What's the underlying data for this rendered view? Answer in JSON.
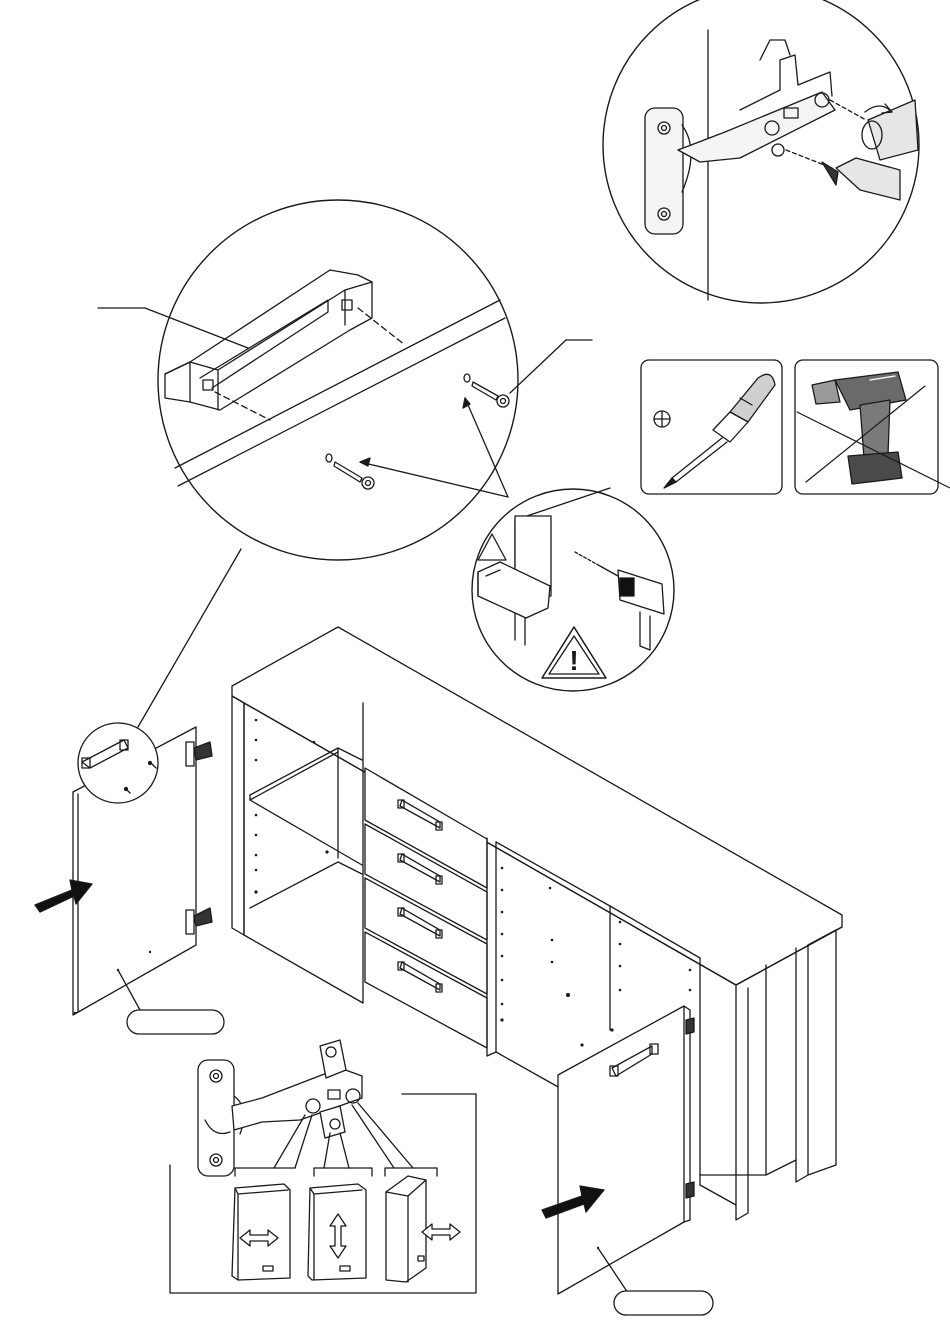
{
  "page": {
    "background": "#ffffff",
    "line_color": "#1a1a1a",
    "fill_color": "#f2f2f2",
    "dark_fill": "#222222"
  },
  "callouts": {
    "handle_part_label": "",
    "screw_part_label": "",
    "left_door_label": "",
    "right_door_label": ""
  },
  "tools": {
    "screwdriver": {
      "icon": "phillips-screwdriver-icon",
      "symbol": "⊕",
      "allowed": true
    },
    "power_drill": {
      "icon": "cordless-drill-icon",
      "allowed": false
    }
  },
  "warning": {
    "icon": "warning-triangle-icon",
    "symbol": "!"
  },
  "adjustments": [
    {
      "icon": "horizontal-adjust-arrow-icon",
      "direction": "horizontal"
    },
    {
      "icon": "vertical-adjust-arrow-icon",
      "direction": "vertical"
    },
    {
      "icon": "depth-adjust-arrow-icon",
      "direction": "depth"
    }
  ]
}
